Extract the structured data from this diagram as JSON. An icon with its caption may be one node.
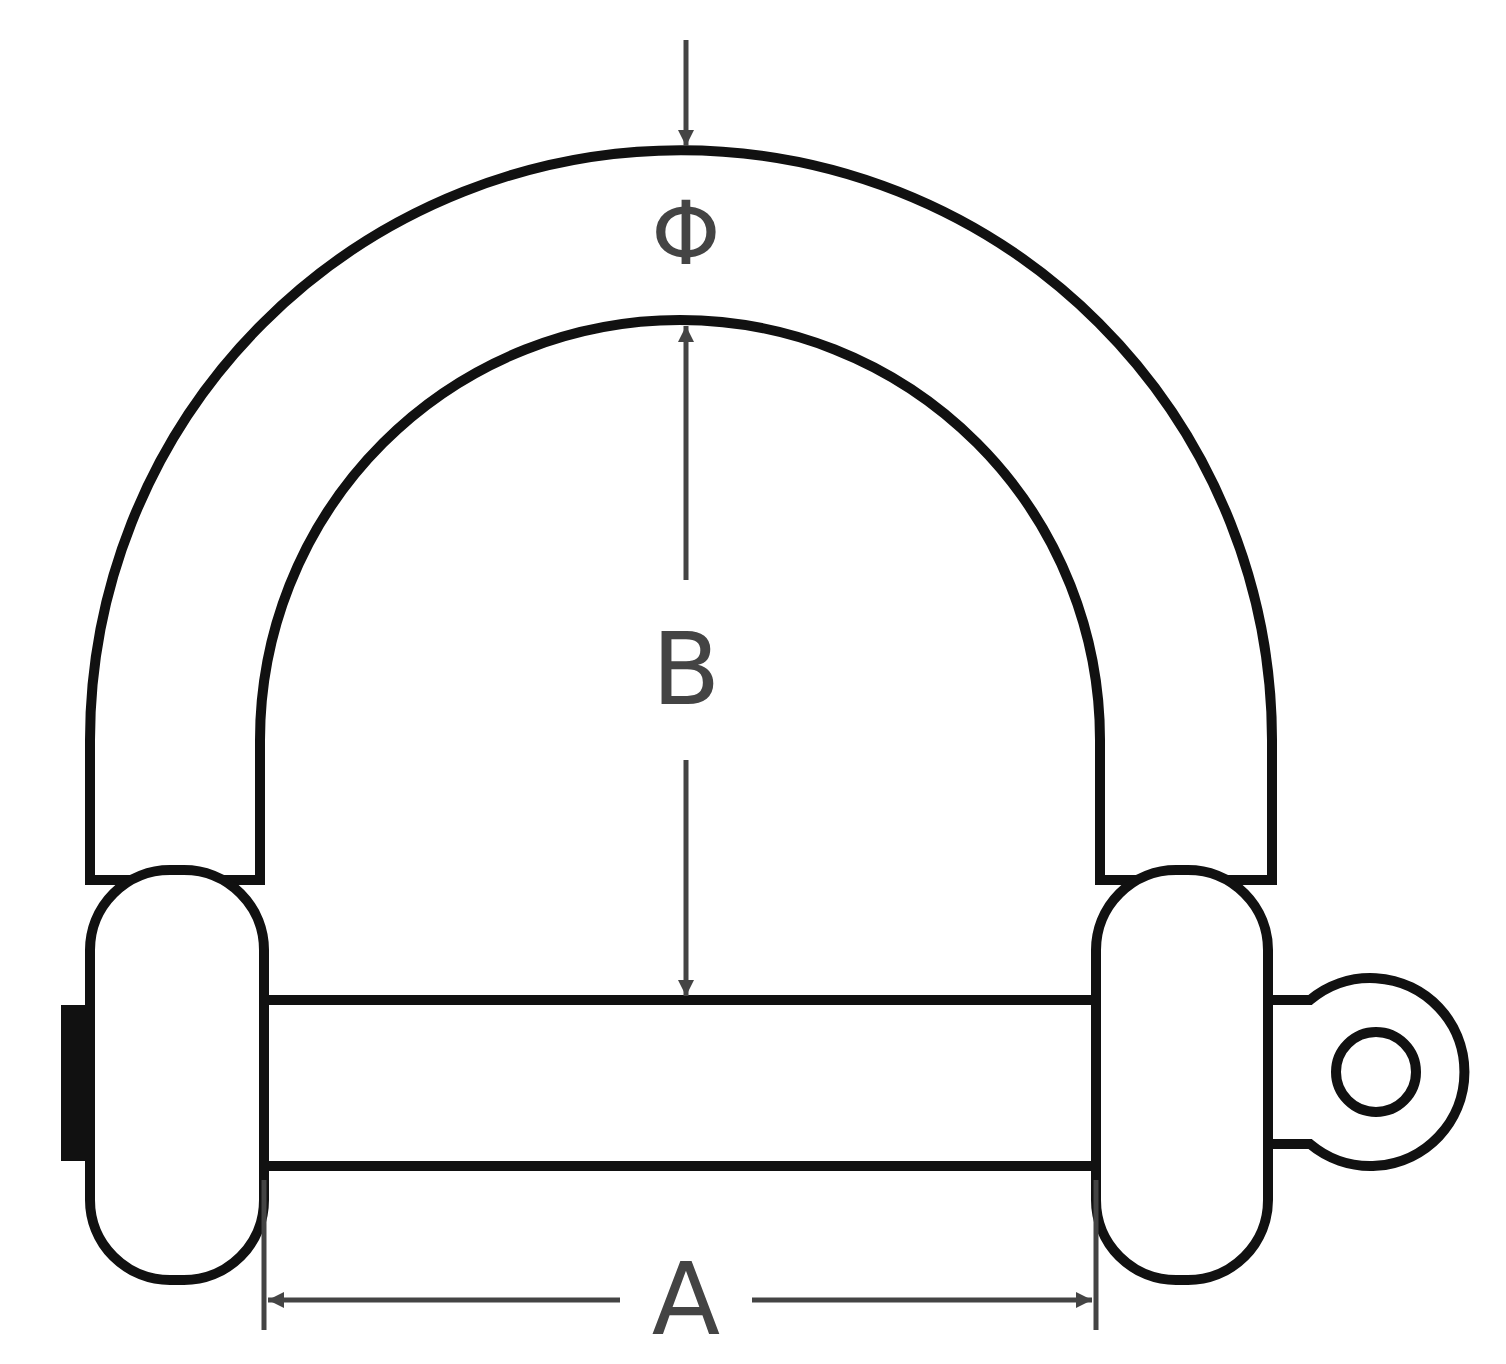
{
  "diagram": {
    "labels": [
      "Φ",
      "B",
      "A"
    ]
  }
}
